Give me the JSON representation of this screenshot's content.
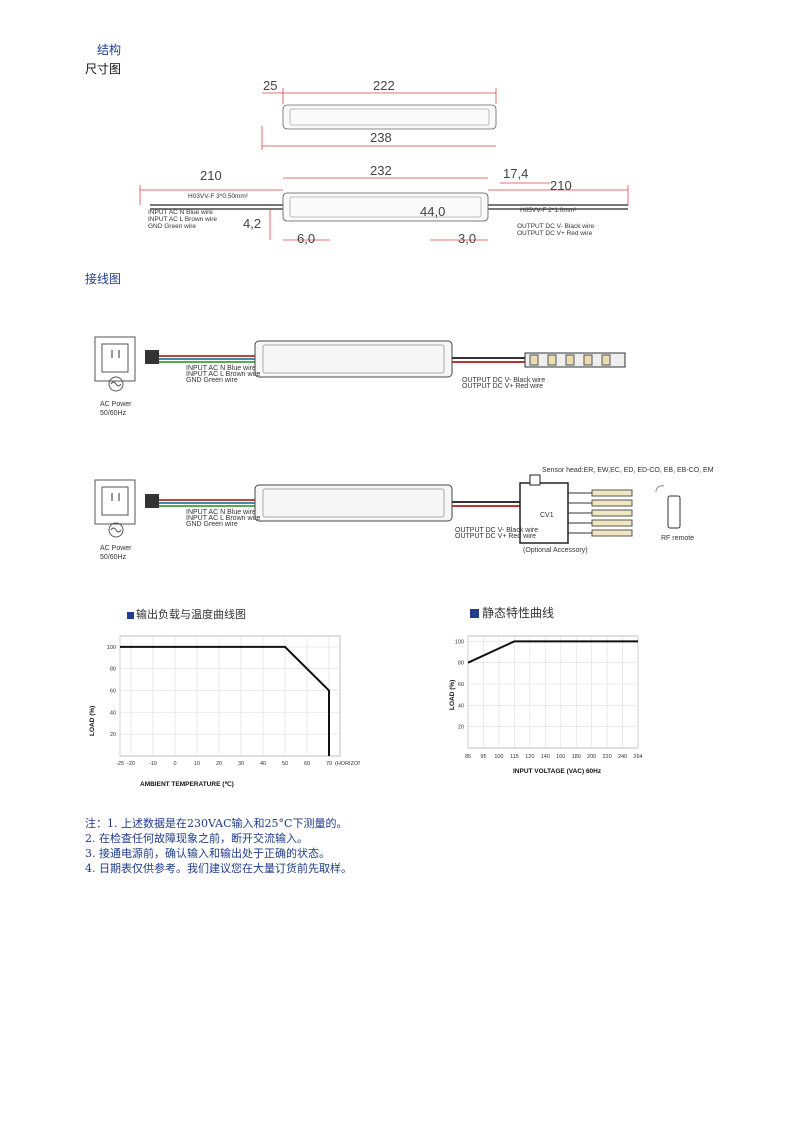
{
  "headers": {
    "structure": "结构",
    "dimension": "尺寸图",
    "wiring": "接线图"
  },
  "dimension_drawing": {
    "top_view": {
      "left_offset": "25",
      "length": "222",
      "total": "238"
    },
    "side_view": {
      "input_cable_len": "210",
      "body_len": "232",
      "output_offset": "17,4",
      "output_cable_len": "210",
      "height": "44,0",
      "mount_left": "4,2",
      "left_hole": "6,0",
      "right_hole": "3,0",
      "input_cable_type": "H03VV-F 3*0.50mm²",
      "output_cable_type": "H05VV-F 2*1.0mm²",
      "input_lines": [
        "INPUT AC N Blue wire",
        "INPUT AC L Brown wire",
        "GND Green wire"
      ],
      "output_lines": [
        "OUTPUT DC V- Black wire",
        "OUTPUT DC V+ Red wire"
      ]
    }
  },
  "wiring": {
    "ac_power": "AC Power",
    "ac_freq": "50/60Hz",
    "input_lines": [
      "INPUT AC N Blue wire",
      "INPUT AC L Brown wire",
      "GND Green wire"
    ],
    "output_lines": [
      "OUTPUT DC V- Black wire",
      "OUTPUT DC V+ Red wire"
    ],
    "sensor_head": "Sensor head:ER, EW,EC, ED, ED-CO, EB, EB-CO, EM",
    "optional": "(Optional Accessory)",
    "rf_remote": "RF remote",
    "controller_label": "CV1"
  },
  "charts": {
    "derating": {
      "title": "输出负载与温度曲线图",
      "xlabel": "AMBIENT TEMPERATURE (℃)",
      "ylabel": "LOAD (%)",
      "x_extra": "(HORIZONTAL)"
    },
    "static": {
      "title": "静态特性曲线",
      "xlabel": "INPUT VOLTAGE (VAC) 60Hz",
      "ylabel": "LOAD (%)"
    }
  },
  "chart_data": [
    {
      "type": "line",
      "title": "输出负载与温度曲线图",
      "xlabel": "AMBIENT TEMPERATURE (℃)",
      "ylabel": "LOAD (%)",
      "x_ticks": [
        -25,
        -20,
        -10,
        0,
        10,
        20,
        30,
        40,
        50,
        60,
        70
      ],
      "y_ticks": [
        20,
        40,
        60,
        80,
        100
      ],
      "xlim": [
        -25,
        75
      ],
      "ylim": [
        0,
        110
      ],
      "series": [
        {
          "x": [
            -25,
            50,
            70,
            70
          ],
          "y": [
            100,
            100,
            60,
            0
          ]
        }
      ]
    },
    {
      "type": "line",
      "title": "静态特性曲线",
      "xlabel": "INPUT VOLTAGE (VAC) 60Hz",
      "ylabel": "LOAD (%)",
      "x_ticks": [
        85,
        95,
        100,
        115,
        120,
        140,
        160,
        180,
        200,
        220,
        240,
        264
      ],
      "y_ticks": [
        20,
        40,
        60,
        80,
        100
      ],
      "ylim": [
        0,
        105
      ],
      "series": [
        {
          "x": [
            85,
            115,
            264
          ],
          "y": [
            80,
            100,
            100
          ]
        }
      ]
    }
  ],
  "notes": [
    "注：1. 上述数据是在230VAC输入和25°C下测量的。",
    "2. 在检查任何故障现象之前，断开交流输入。",
    "3. 接通电源前，确认输入和输出处于正确的状态。",
    "4. 日期表仅供参考。我们建议您在大量订货前先取样。"
  ]
}
